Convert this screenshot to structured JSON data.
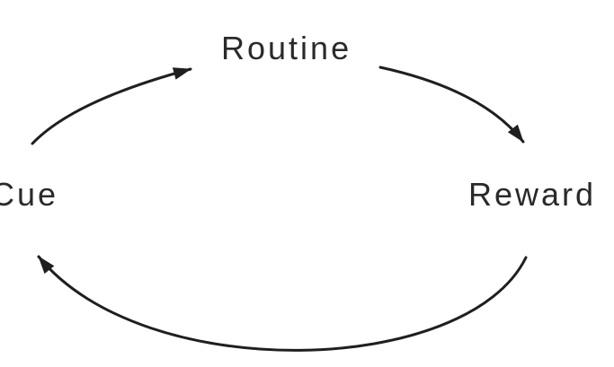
{
  "diagram": {
    "type": "cycle",
    "nodes": [
      {
        "id": "routine",
        "label": "Routine",
        "position": "top-center"
      },
      {
        "id": "reward",
        "label": "Reward",
        "position": "middle-right"
      },
      {
        "id": "cue",
        "label": "Cue",
        "position": "middle-left"
      }
    ],
    "edges": [
      {
        "from": "cue",
        "to": "routine",
        "style": "curved-arrow"
      },
      {
        "from": "routine",
        "to": "reward",
        "style": "curved-arrow"
      },
      {
        "from": "reward",
        "to": "cue",
        "style": "curved-arrow"
      }
    ],
    "colors": {
      "ink": "#1f1f1f",
      "text": "#2a2a2a",
      "background": "#ffffff"
    }
  }
}
